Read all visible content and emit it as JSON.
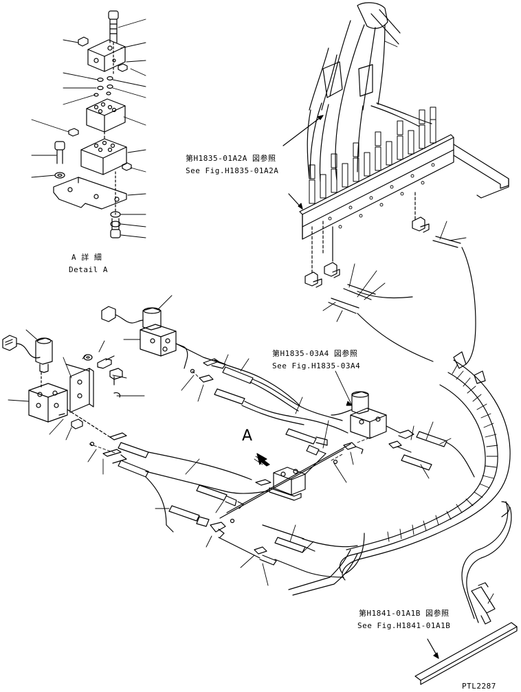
{
  "detail": {
    "title_jp": "A 詳 細",
    "title_en": "Detail A"
  },
  "refs": [
    {
      "jp": "第H1835-01A2A 図参照",
      "en": "See Fig.H1835-01A2A"
    },
    {
      "jp": "第H1835-03A4 図参照",
      "en": "See Fig.H1835-03A4"
    },
    {
      "jp": "第H1841-01A1B 図参照",
      "en": "See Fig.H1841-01A1B"
    }
  ],
  "view_marker": "A",
  "drawing_id": "PTL2287"
}
